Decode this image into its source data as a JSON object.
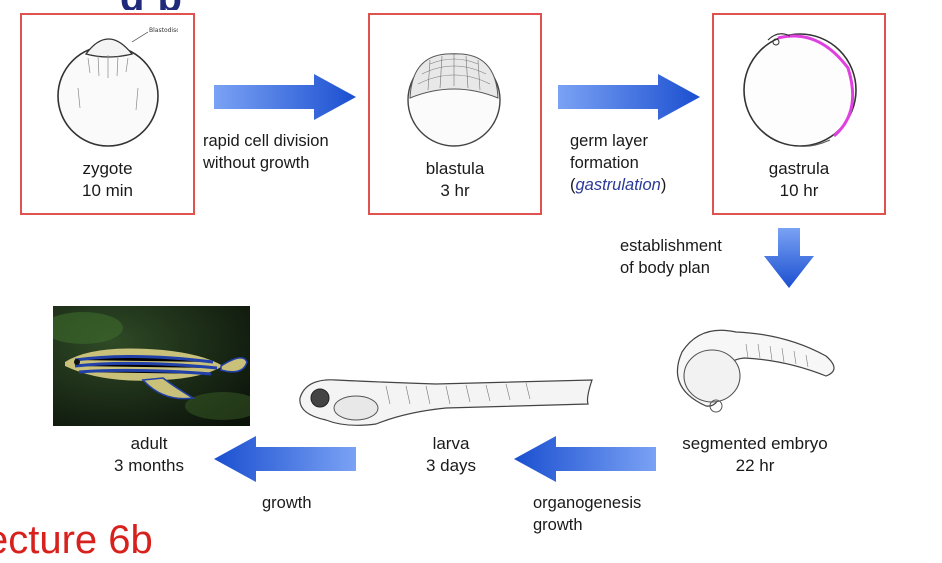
{
  "title_fragment": "g      p",
  "footer_fragment": "ecture 6b",
  "colors": {
    "box_border": "#e0524f",
    "arrow_blue": "#2f63d6",
    "emphasis": "#2b3a9a",
    "footer_red": "#d8201c"
  },
  "stages": {
    "zygote": {
      "name": "zygote",
      "time": "10 min"
    },
    "blastula": {
      "name": "blastula",
      "time": "3 hr"
    },
    "gastrula": {
      "name": "gastrula",
      "time": "10 hr"
    },
    "segmented": {
      "name": "segmented embryo",
      "time": "22 hr"
    },
    "larva": {
      "name": "larva",
      "time": "3 days"
    },
    "adult": {
      "name": "adult",
      "time": "3 months"
    }
  },
  "transitions": {
    "t1": {
      "line1": "rapid cell division",
      "line2": "without growth"
    },
    "t2": {
      "line1": "germ layer",
      "line2": "formation",
      "line3_open": "(",
      "line3_em": "gastrulation",
      "line3_close": ")"
    },
    "t3": {
      "line1": "establishment",
      "line2": "of body plan"
    },
    "t4": {
      "line1": "organogenesis",
      "line2": "growth"
    },
    "t5": {
      "line1": "growth"
    }
  },
  "icons": [
    "arrow-right-icon",
    "arrow-down-icon",
    "arrow-left-icon"
  ]
}
